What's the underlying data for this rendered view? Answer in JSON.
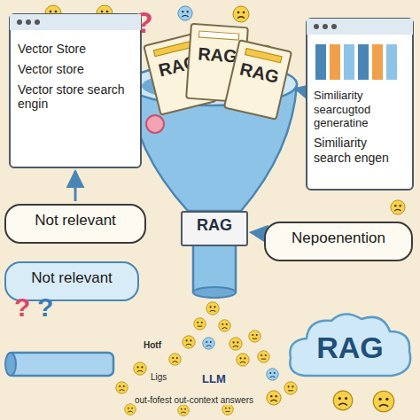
{
  "diagram": {
    "nodes": [
      {
        "text": [
          "Vector Store",
          "Vector store",
          "Vector store search engin"
        ]
      },
      {
        "text": [
          "RAG"
        ]
      },
      {
        "text": [
          "RAG"
        ]
      },
      {
        "text": [
          "RAG"
        ]
      },
      {
        "text": [
          "Similiarity searcugtod generatine",
          "Similiarity search engen"
        ]
      },
      {
        "text": [
          "RAG"
        ]
      },
      {
        "text": [
          "Not relevant"
        ]
      },
      {
        "text": [
          "Nepoenention"
        ]
      },
      {
        "text": [
          "Not relevant"
        ]
      },
      {
        "text": [
          "RAG"
        ]
      }
    ],
    "edges": [
      {
        "from": 7,
        "to": 5,
        "arrow": "to"
      },
      {
        "from": 6,
        "to": 0,
        "arrow": "to"
      },
      {
        "from": 4,
        "to": 3,
        "arrow": "to"
      }
    ],
    "labels": [
      "?",
      "?",
      "?",
      "Hotf",
      "Ligs",
      "LLM",
      "out-fofest out-context answers"
    ]
  }
}
